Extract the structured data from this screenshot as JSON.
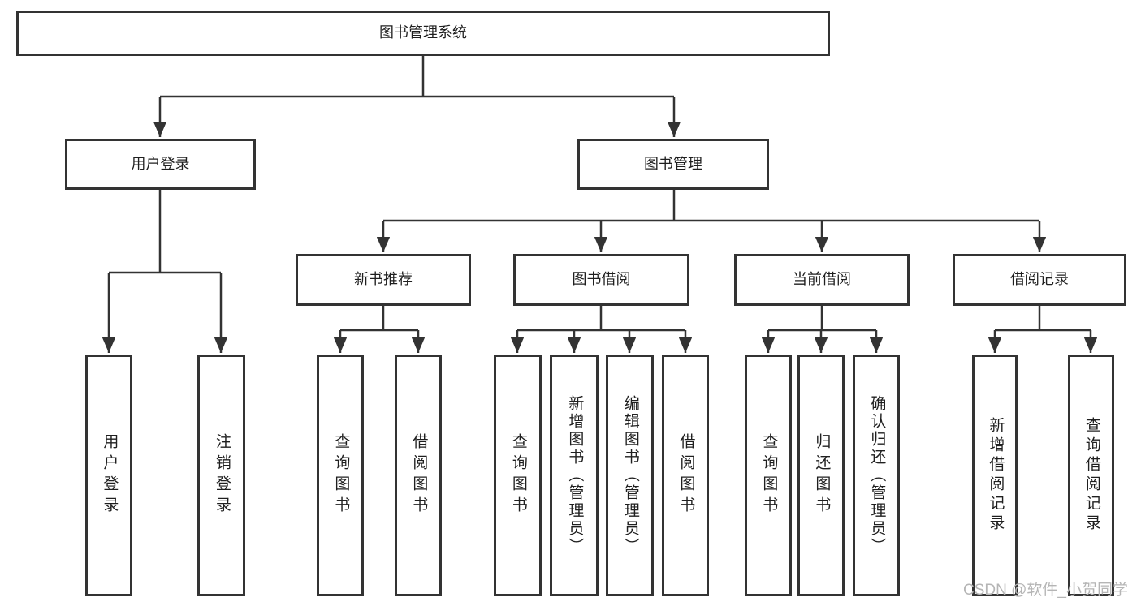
{
  "diagram": {
    "root": {
      "label": "图书管理系统"
    },
    "level2": {
      "user_login": {
        "label": "用户登录"
      },
      "book_mgmt": {
        "label": "图书管理"
      }
    },
    "level3": {
      "new_book": {
        "label": "新书推荐"
      },
      "book_borrow": {
        "label": "图书借阅"
      },
      "current_borrow": {
        "label": "当前借阅"
      },
      "borrow_record": {
        "label": "借阅记录"
      }
    },
    "leaves": {
      "user_login": {
        "label": "用户登录"
      },
      "logout": {
        "label": "注销登录"
      },
      "nb_query": {
        "label": "查询图书"
      },
      "nb_borrow": {
        "label": "借阅图书"
      },
      "bb_query": {
        "label": "查询图书"
      },
      "bb_add": {
        "label": "新增图书（管理员）"
      },
      "bb_edit": {
        "label": "编辑图书（管理员）"
      },
      "bb_borrow": {
        "label": "借阅图书"
      },
      "cb_query": {
        "label": "查询图书"
      },
      "cb_return": {
        "label": "归还图书"
      },
      "cb_confirm": {
        "label": "确认归还（管理员）"
      },
      "br_add": {
        "label": "新增借阅记录"
      },
      "br_query": {
        "label": "查询借阅记录"
      }
    },
    "watermark": "CSDN @软件_小贺同学",
    "colors": {
      "line": "#333333",
      "text": "#1f1f1f",
      "watermark": "#b5b5b5",
      "background": "#ffffff"
    }
  }
}
